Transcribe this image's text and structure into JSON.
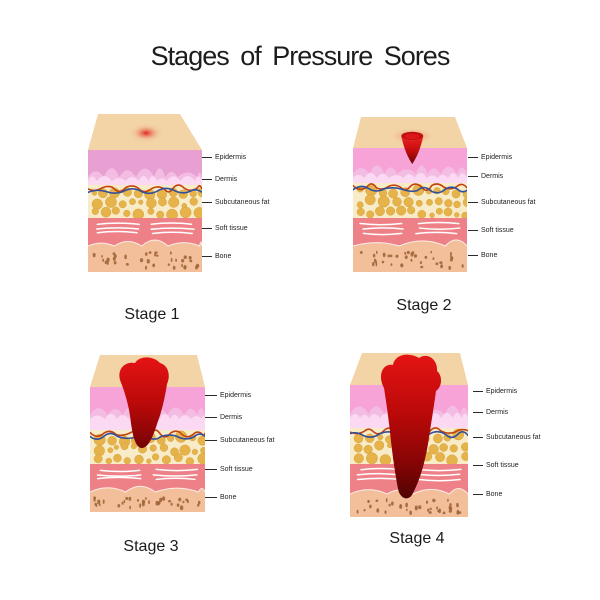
{
  "title": "Stages of Pressure Sores",
  "panels": [
    {
      "stage": "Stage 1",
      "labels": [
        "Epidermis",
        "Dermis",
        "Subcutaneous fat",
        "Soft tissue",
        "Bone"
      ]
    },
    {
      "stage": "Stage 2",
      "labels": [
        "Epidermis",
        "Dermis",
        "Subcutaneous fat",
        "Soft tissue",
        "Bone"
      ]
    },
    {
      "stage": "Stage 3",
      "labels": [
        "Epidermis",
        "Dermis",
        "Subcutaneous fat",
        "Soft tissue",
        "Bone"
      ]
    },
    {
      "stage": "Stage 4",
      "labels": [
        "Epidermis",
        "Dermis",
        "Subcutaneous fat",
        "Soft tissue",
        "Bone"
      ]
    }
  ],
  "palette": {
    "skin": "#f3d4a7",
    "epidermis_s1": "#e7a0d1",
    "epidermis": "#f7a3d7",
    "dermis": "#f3bce3",
    "dermis_light": "#fbd9f2",
    "fat_bg": "#f8ebc8",
    "fat_circle": "#e5b349",
    "fat_circle_edge": "#d8a23b",
    "vessel_red": "#c2430f",
    "vessel_blue": "#31509c",
    "soft_tissue": "#ee8187",
    "streak": "#ffffff",
    "bone": "#f2bf9a",
    "bone_dot": "#a2663a",
    "wound_bright": "#e51414",
    "wound_mid": "#bb0909",
    "wound_dark": "#6e0404",
    "wound_tip": "#4d0303",
    "text": "#1d1d1d"
  }
}
